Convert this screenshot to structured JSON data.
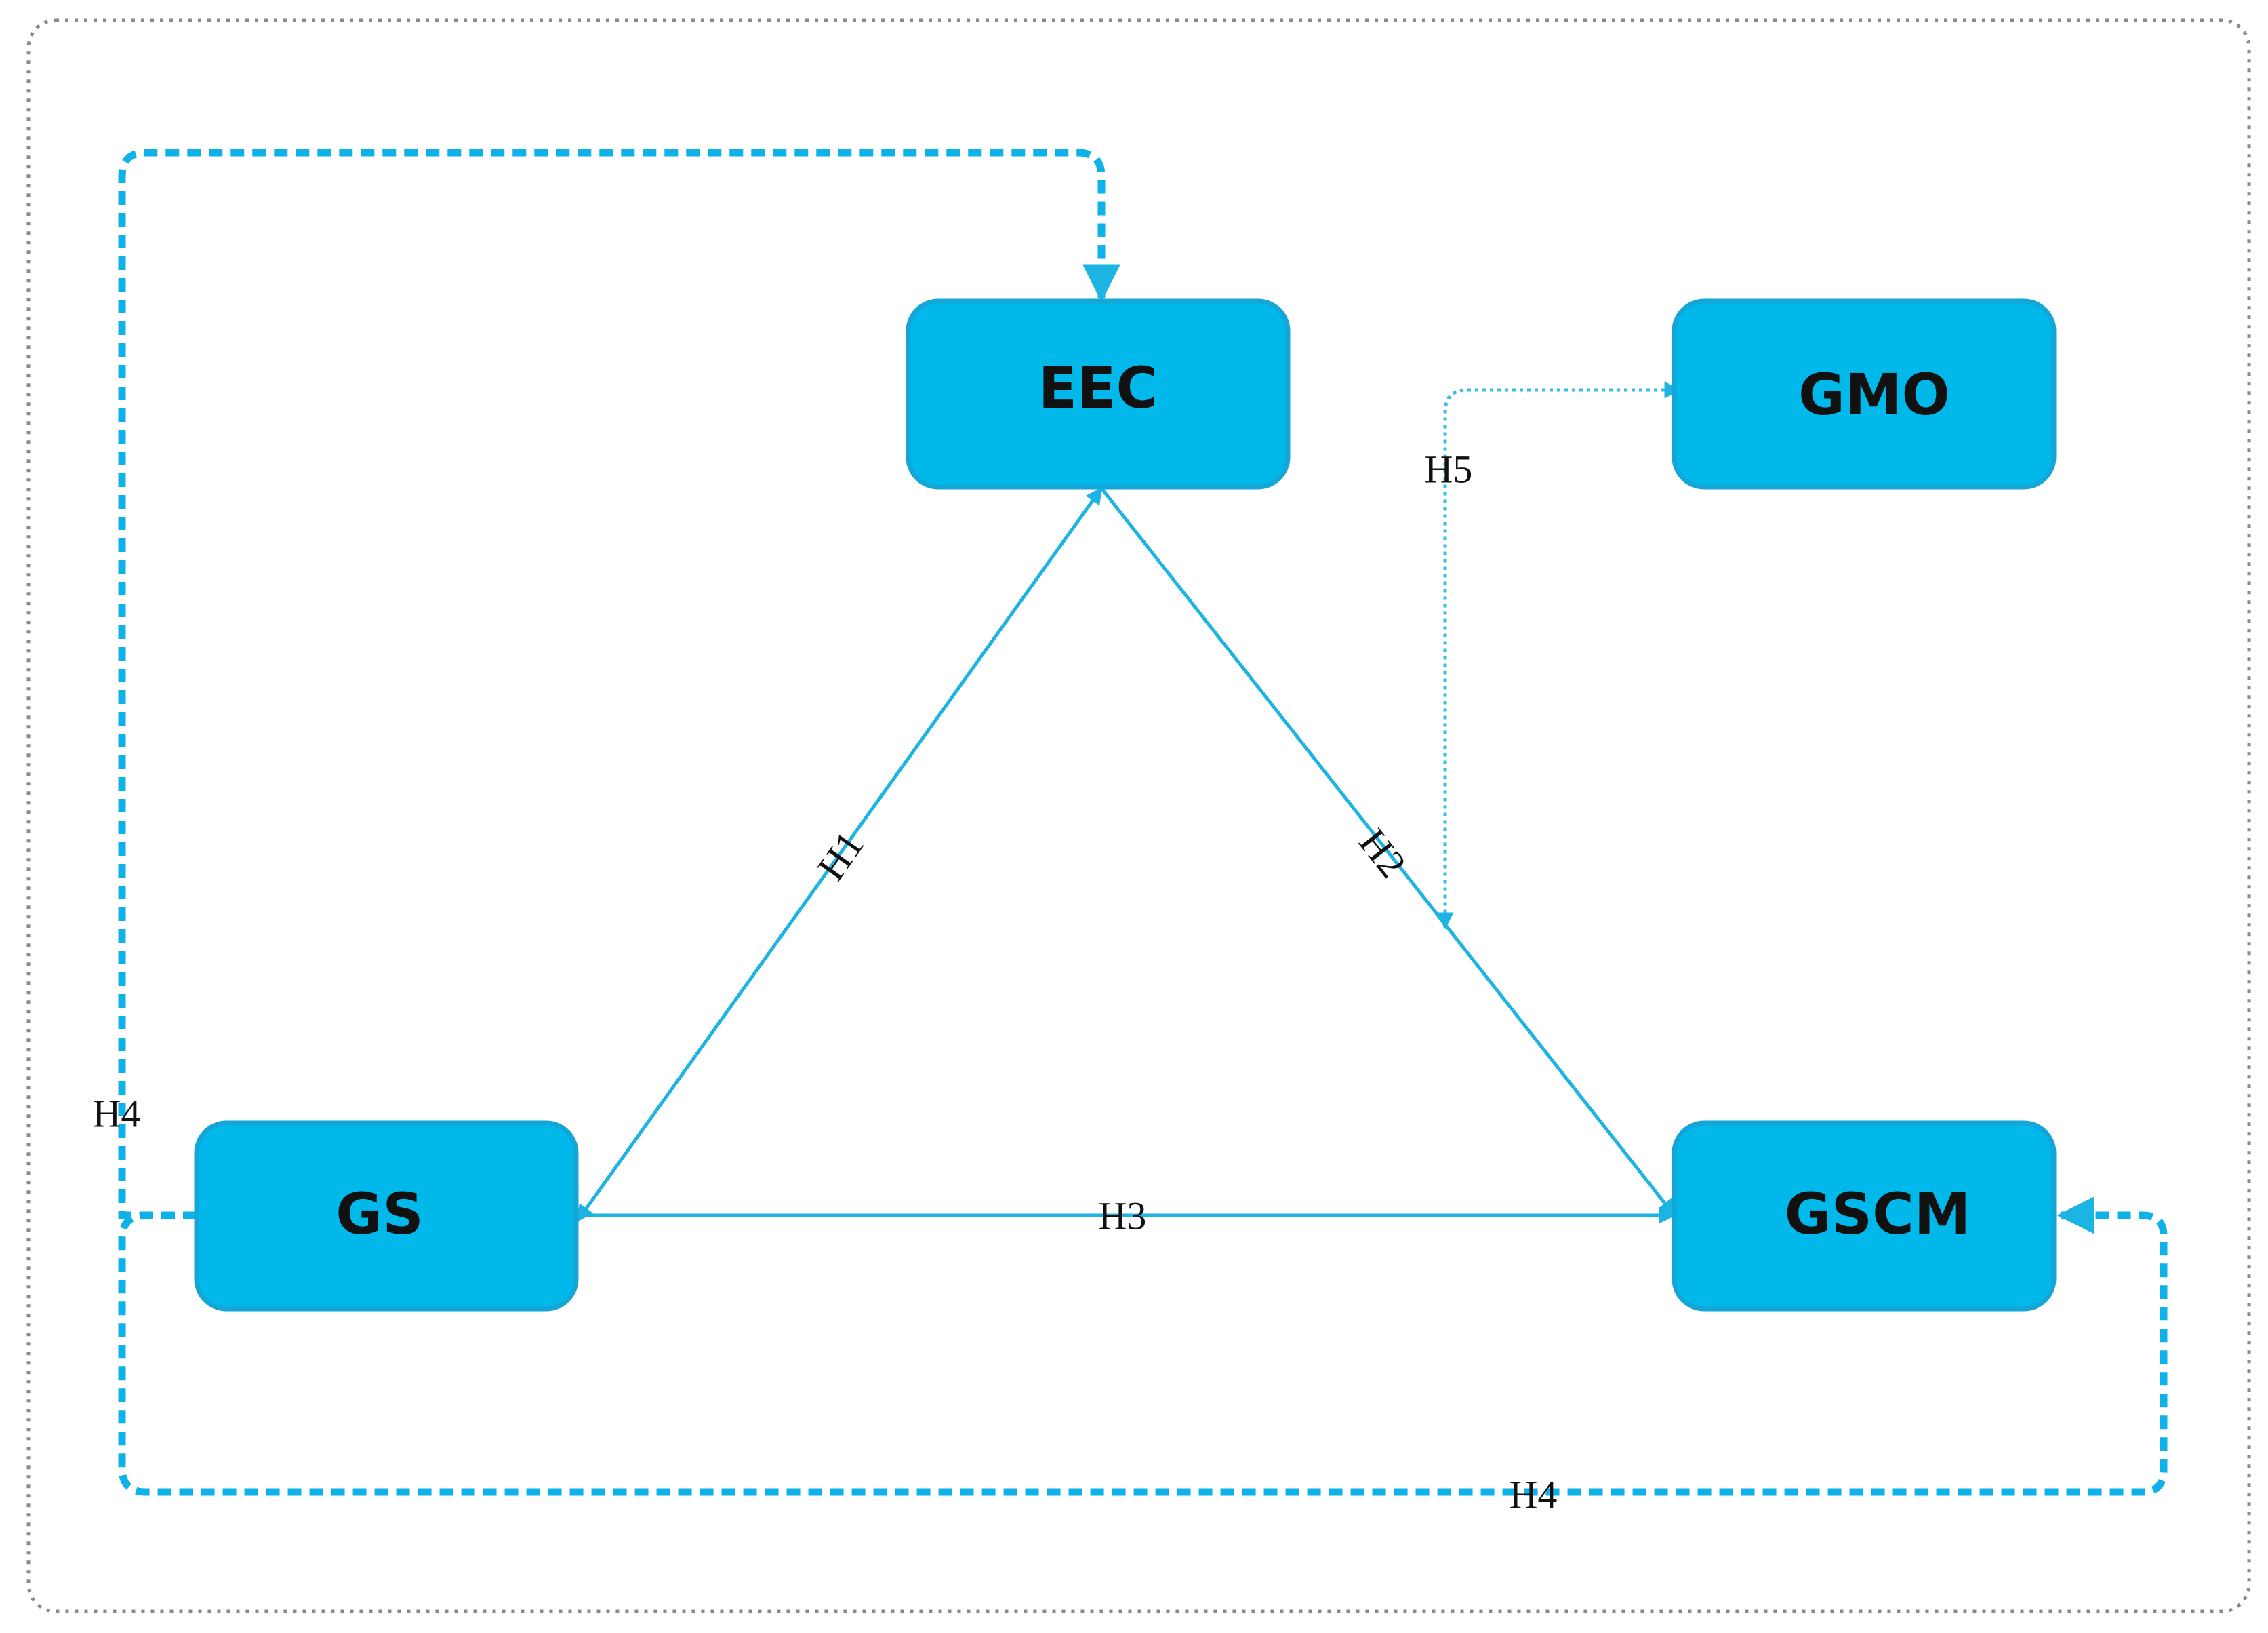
{
  "nodes": {
    "eec": {
      "label": "EEC"
    },
    "gmo": {
      "label": "GMO"
    },
    "gs": {
      "label": "GS"
    },
    "gscm": {
      "label": "GSCM"
    }
  },
  "edges": {
    "h1": {
      "label": "H1",
      "from": "GS",
      "to": "EEC",
      "style": "solid"
    },
    "h2": {
      "label": "H2",
      "from": "EEC",
      "to": "GSCM",
      "style": "solid"
    },
    "h3": {
      "label": "H3",
      "from": "GS",
      "to": "GSCM",
      "style": "solid"
    },
    "h4_top": {
      "label": "H4",
      "from": "GS",
      "to": "EEC",
      "style": "dashed"
    },
    "h4_bottom": {
      "label": "H4",
      "from": "GS",
      "to": "GSCM",
      "style": "dashed"
    },
    "h5": {
      "label": "H5",
      "from": "GMO",
      "to": "H2 path",
      "style": "dotted"
    }
  },
  "colors": {
    "node_fill": "#00b8ea",
    "line": "#1cb4e2",
    "frame": "#8a8a8a"
  }
}
